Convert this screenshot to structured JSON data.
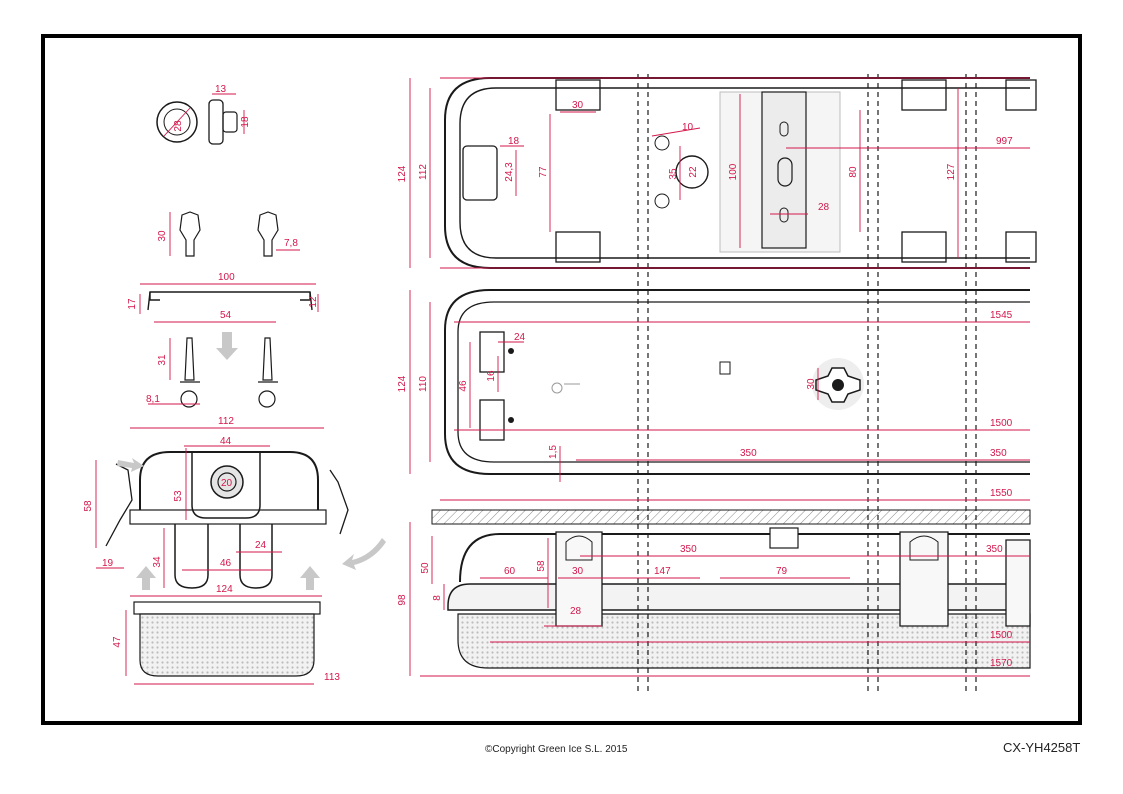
{
  "footer": {
    "copyright": "©Copyright Green Ice S.L. 2015",
    "code": "CX-YH4258T"
  },
  "colors": {
    "dimension": "#d4174b",
    "outline": "#1a1a1a",
    "frame": "#000000"
  },
  "dimensions": {
    "cap_diameter": "28",
    "cap_depth": "13",
    "cap_height": "18",
    "clip_height": "30",
    "clip_width": "7,8",
    "bracket_width": "100",
    "bracket_left": "17",
    "bracket_right": "12",
    "screw_spacing": "54",
    "screw_length": "31",
    "screw_diameter": "8,1",
    "section_width": "112",
    "gland_width": "44",
    "gland_diameter": "20",
    "section_height": "53",
    "clip_side_height": "58",
    "clip_side_width": "19",
    "foot_height": "34",
    "foot_spacing": "46",
    "foot_width": "24",
    "base_width": "124",
    "diffuser_height": "47",
    "diffuser_width": "113",
    "top_width_outer": "124",
    "top_width_inner": "112",
    "top_clip": "30",
    "top_gland_w": "18",
    "top_gland_h": "24,3",
    "top_77": "77",
    "top_10": "10",
    "top_35": "35",
    "top_22": "22",
    "top_100": "100",
    "top_80": "80",
    "top_28": "28",
    "top_127": "127",
    "top_997": "997",
    "mid_124": "124",
    "mid_110": "110",
    "mid_24": "24",
    "mid_16": "16",
    "mid_46": "46",
    "mid_30": "30",
    "mid_1_5": "1,5",
    "mid_1545": "1545",
    "mid_1500": "1500",
    "mid_350a": "350",
    "mid_350b": "350",
    "side_1550": "1550",
    "side_98": "98",
    "side_50": "50",
    "side_8": "8",
    "side_58": "58",
    "side_60": "60",
    "side_30": "30",
    "side_28": "28",
    "side_147": "147",
    "side_79": "79",
    "side_350a": "350",
    "side_350b": "350",
    "side_1500": "1500",
    "side_1570": "1570"
  }
}
